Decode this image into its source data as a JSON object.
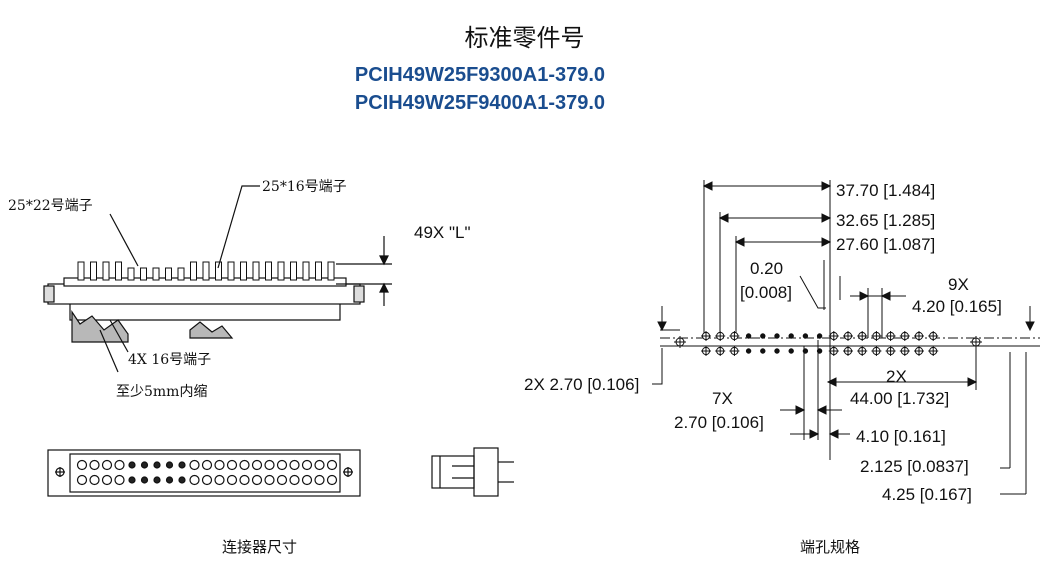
{
  "header": {
    "title": "标准零件号",
    "part_numbers": [
      "PCIH49W25F9300A1-379.0",
      "PCIH49W25F9400A1-379.0"
    ]
  },
  "connector_drawing": {
    "callout_22": "25*22号端子",
    "callout_16": "25*16号端子",
    "callout_4x": "4X 16号端子",
    "recess_note": "至少5mm内缩",
    "length_label": "49X \"L\"",
    "caption": "连接器尺寸"
  },
  "hole_pattern": {
    "dims": [
      "37.70 [1.484]",
      "32.65 [1.285]",
      "27.60 [1.087]",
      "0.20",
      "[0.008]",
      "9X",
      "4.20 [0.165]",
      "2X 2.70 [0.106]",
      "2X",
      "44.00 [1.732]",
      "7X",
      "2.70 [0.106]",
      "4.10 [0.161]",
      "2.125 [0.0837]",
      "4.25 [0.167]"
    ],
    "caption": "端孔规格"
  }
}
